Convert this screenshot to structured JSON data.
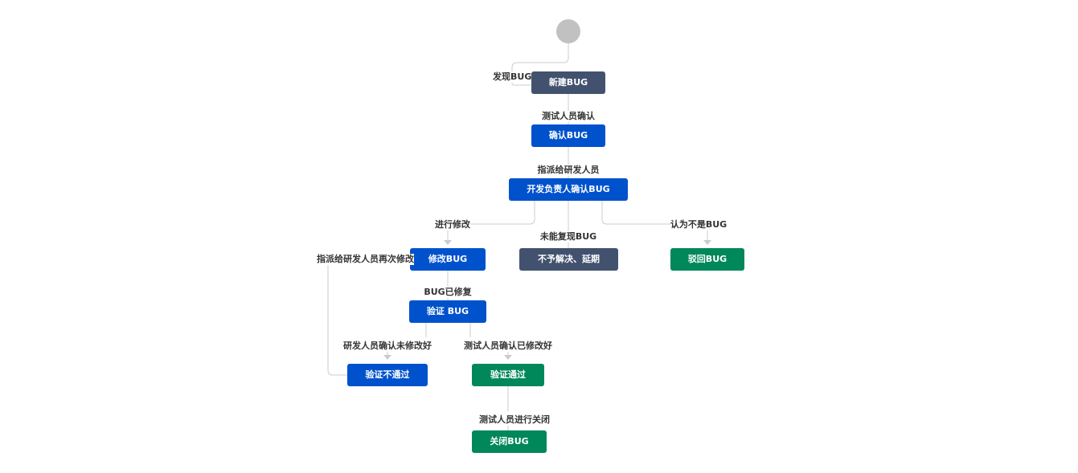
{
  "statuses": {
    "new": "新建BUG",
    "confirmed": "确认BUG",
    "dev_confirm": "开发负责人确认BUG",
    "fixing": "修改BUG",
    "deferred": "不予解决、延期",
    "rejected": "驳回BUG",
    "verify": "验证 BUG",
    "verify_failed": "验证不通过",
    "verify_passed": "验证通过",
    "closed": "关闭BUG"
  },
  "transitions": {
    "found_bug": "发现BUG",
    "tester_confirm": "测试人员确认",
    "assign_dev": "指派给研发人员",
    "start_fix": "进行修改",
    "not_reproduced": "未能复现BUG",
    "not_a_bug": "认为不是BUG",
    "reassign_fix": "指派给研发人员再次修改",
    "bug_fixed": "BUG已修复",
    "dev_confirm_not_fixed": "研发人员确认未修改好",
    "tester_confirm_fixed": "测试人员确认已修改好",
    "tester_close": "测试人员进行关闭"
  },
  "colors": {
    "todo": "#42526e",
    "in_progress": "#0052cc",
    "done": "#00875a",
    "start": "#c1c1c1",
    "connector": "#c1c7d0"
  }
}
